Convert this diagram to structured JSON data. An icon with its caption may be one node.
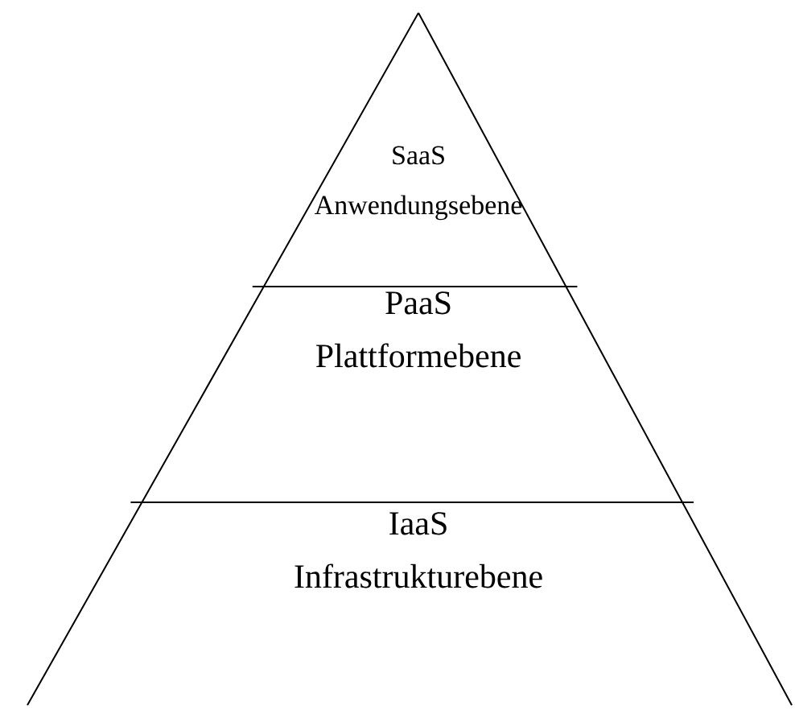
{
  "diagram": {
    "nodes": [
      {
        "text": [
          "SaaS",
          "Anwendungsebene"
        ]
      },
      {
        "text": [
          "PaaS",
          "Plattformebene"
        ]
      },
      {
        "text": [
          "IaaS",
          "Infrastrukturebene"
        ]
      }
    ]
  }
}
